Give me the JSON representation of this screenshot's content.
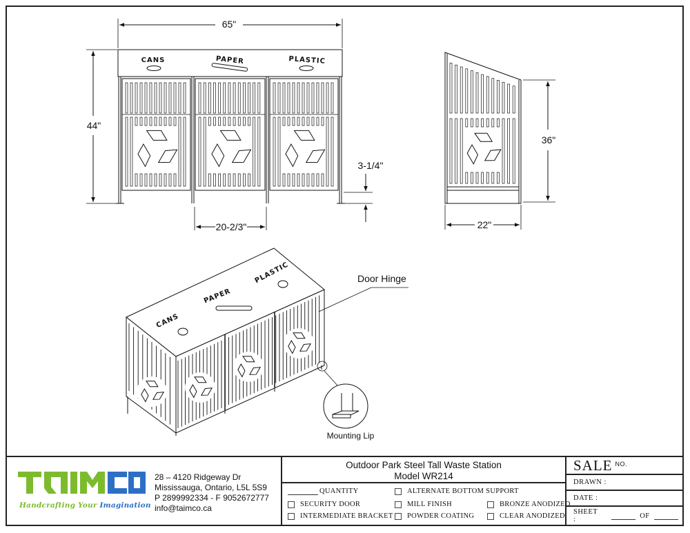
{
  "drawing": {
    "front_view": {
      "lid_labels": [
        "CANS",
        "PAPER",
        "PLASTIC"
      ],
      "dimensions": {
        "overall_width": "65\"",
        "overall_height": "44\"",
        "ground_clearance": "3-1/4\"",
        "bin_width": "20-2/3\""
      }
    },
    "side_view": {
      "dimensions": {
        "height": "36\"",
        "depth": "22\""
      }
    },
    "isometric_view": {
      "lid_labels": [
        "CANS",
        "PAPER",
        "PLASTIC"
      ],
      "callouts": {
        "door_hinge": "Door Hinge",
        "mounting_lip": "Mounting Lip"
      }
    }
  },
  "title_block": {
    "company": {
      "logo_green": "TAIM",
      "logo_blue": "CO",
      "tagline_green": "Handcrafting Your",
      "tagline_blue": "Imagination",
      "brand_green": "#7dbb2e",
      "brand_blue": "#2d6fc4",
      "address_line1": "28 – 4120 Ridgeway Dr",
      "address_line2": "Mississauga, Ontario, L5L 5S9",
      "phone_fax": "P 2899992334 - F 9052672777",
      "email": "info@taimco.ca"
    },
    "product": {
      "name": "Outdoor Park Steel Tall Waste Station",
      "model": "Model WR214"
    },
    "options": {
      "quantity": "QUANTITY",
      "security_door": "SECURITY DOOR",
      "intermediate_bracket": "INTERMEDIATE BRACKET",
      "alternate_bottom_support": "ALTERNATE BOTTOM SUPPORT",
      "mill_finish": "MILL FINISH",
      "powder_coating": "POWDER COATING",
      "bronze_anodized": "BRONZE ANODIZED",
      "clear_anodized": "CLEAR ANODIZED"
    },
    "sale": {
      "sale_label": "SALE",
      "no_label": "NO.",
      "drawn_label": "DRAWN :",
      "date_label": "DATE :",
      "sheet_label": "SHEET :",
      "of_label": "OF"
    }
  }
}
